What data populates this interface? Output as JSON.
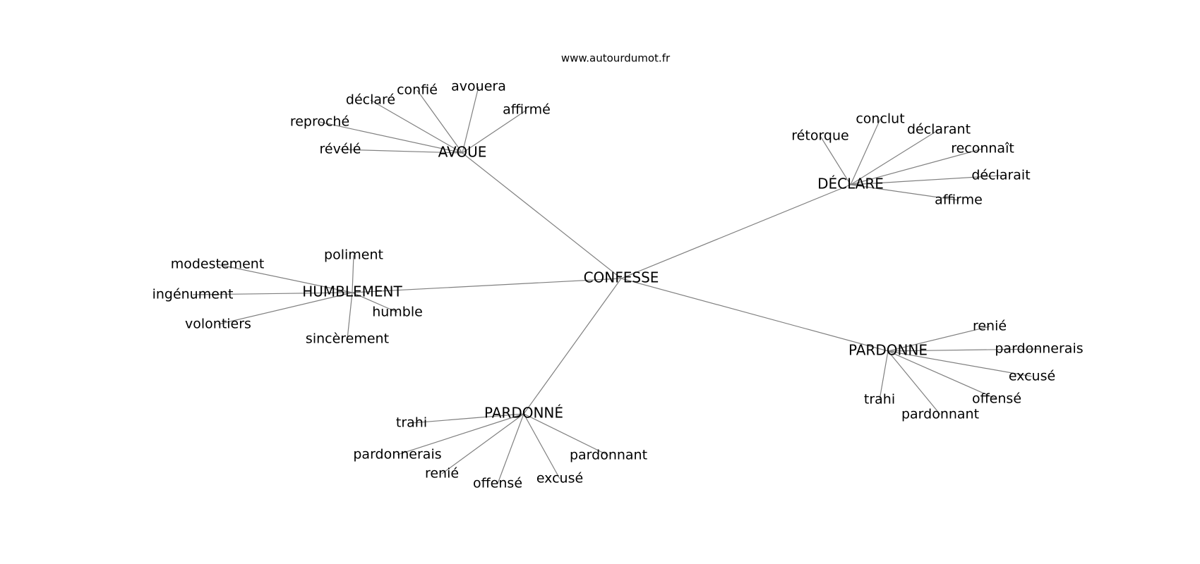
{
  "watermark": "www.autourdumot.fr",
  "center": "CONFESSE",
  "clusters": [
    {
      "label": "AVOUE",
      "words": [
        "déclaré",
        "confié",
        "avouera",
        "affirmé",
        "reproché",
        "révélé"
      ]
    },
    {
      "label": "DÉCLARE",
      "words": [
        "rétorque",
        "conclut",
        "déclarant",
        "reconnaît",
        "déclarait",
        "affirme"
      ]
    },
    {
      "label": "HUMBLEMENT",
      "words": [
        "modestement",
        "poliment",
        "ingénument",
        "humble",
        "volontiers",
        "sincèrement"
      ]
    },
    {
      "label": "PARDONNE",
      "words": [
        "renié",
        "pardonnerais",
        "excusé",
        "offensé",
        "pardonnant",
        "trahi"
      ]
    },
    {
      "label": "PARDONNÉ",
      "words": [
        "trahi",
        "pardonnerais",
        "renié",
        "offensé",
        "excusé",
        "pardonnant"
      ]
    }
  ]
}
